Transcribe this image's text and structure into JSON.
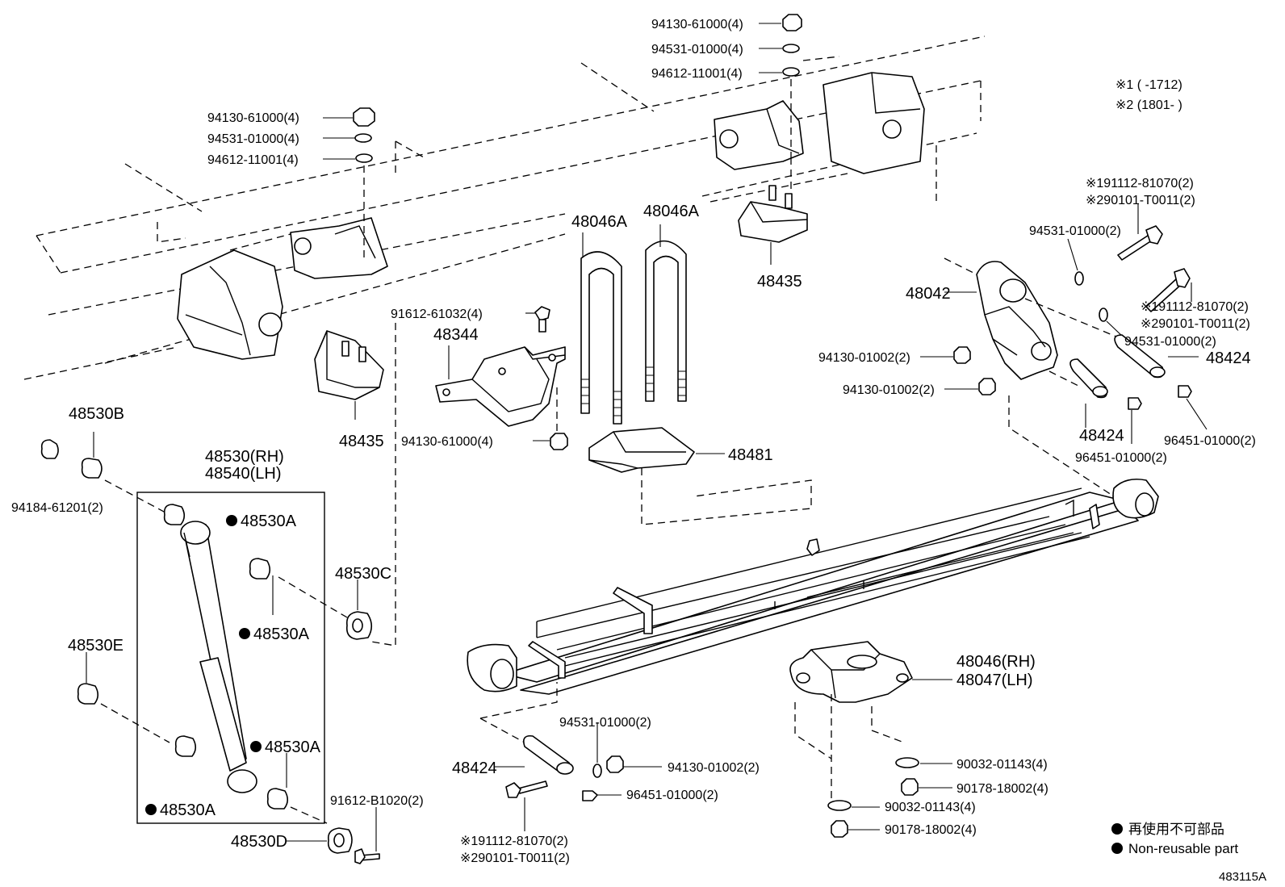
{
  "diagram_id": "483115A",
  "legend": {
    "jp": "再使用不可部品",
    "en": "Non-reusable part"
  },
  "notes": {
    "n1": "※1 (         -1712)",
    "n2": "※2 (1801-         )"
  },
  "labels": {
    "nut_frame_left": "94130-61000(4)",
    "lockwasher_frame_left": "94531-01000(4)",
    "washer_frame_left": "94612-11001(4)",
    "nut_frame_right": "94130-61000(4)",
    "lockwasher_frame_right": "94531-01000(4)",
    "washer_frame_right": "94612-11001(4)",
    "ubolt_left": "48046A",
    "ubolt_right": "48046A",
    "bumper_right": "48435",
    "bumper_left": "48435",
    "bolt_seat": "91612-61032(4)",
    "seat": "48344",
    "nut_seat": "94130-61000(4)",
    "spacer": "48481",
    "shackle": "48042",
    "bolt_shackle_n1_top": "※191112-81070(2)",
    "bolt_shackle_n2_top": "※290101-T0011(2)",
    "lockwasher_shackle_top": "94531-01000(2)",
    "bolt_shackle_n1_mid": "※191112-81070(2)",
    "bolt_shackle_n2_mid": "※290101-T0011(2)",
    "lockwasher_shackle_mid": "94531-01000(2)",
    "nut_shackle_1": "94130-01002(2)",
    "nut_shackle_2": "94130-01002(2)",
    "pin_shackle_right": "48424",
    "pin_shackle_left": "48424",
    "fitting_shackle_right": "96451-01000(2)",
    "fitting_shackle_left": "96451-01000(2)",
    "bushing_b": "48530B",
    "nut_absorber_top": "94184-61201(2)",
    "absorber_rh": "48530(RH)",
    "absorber_lh": "48540(LH)",
    "bushing_a1": "48530A",
    "bushing_a2": "48530A",
    "bushing_a3": "48530A",
    "bushing_a4": "48530A",
    "bushing_c": "48530C",
    "bushing_e": "48530E",
    "bushing_d": "48530D",
    "bolt_absorber_bottom": "91612-B1020(2)",
    "pin_front": "48424",
    "lockwasher_front": "94531-01000(2)",
    "nut_front": "94130-01002(2)",
    "fitting_front": "96451-01000(2)",
    "bolt_front_n1": "※191112-81070(2)",
    "bolt_front_n2": "※290101-T0011(2)",
    "bracket_rh": "48046(RH)",
    "bracket_lh": "48047(LH)",
    "washer_bracket_1": "90032-01143(4)",
    "nut_bracket_1": "90178-18002(4)",
    "washer_bracket_2": "90032-01143(4)",
    "nut_bracket_2": "90178-18002(4)"
  }
}
